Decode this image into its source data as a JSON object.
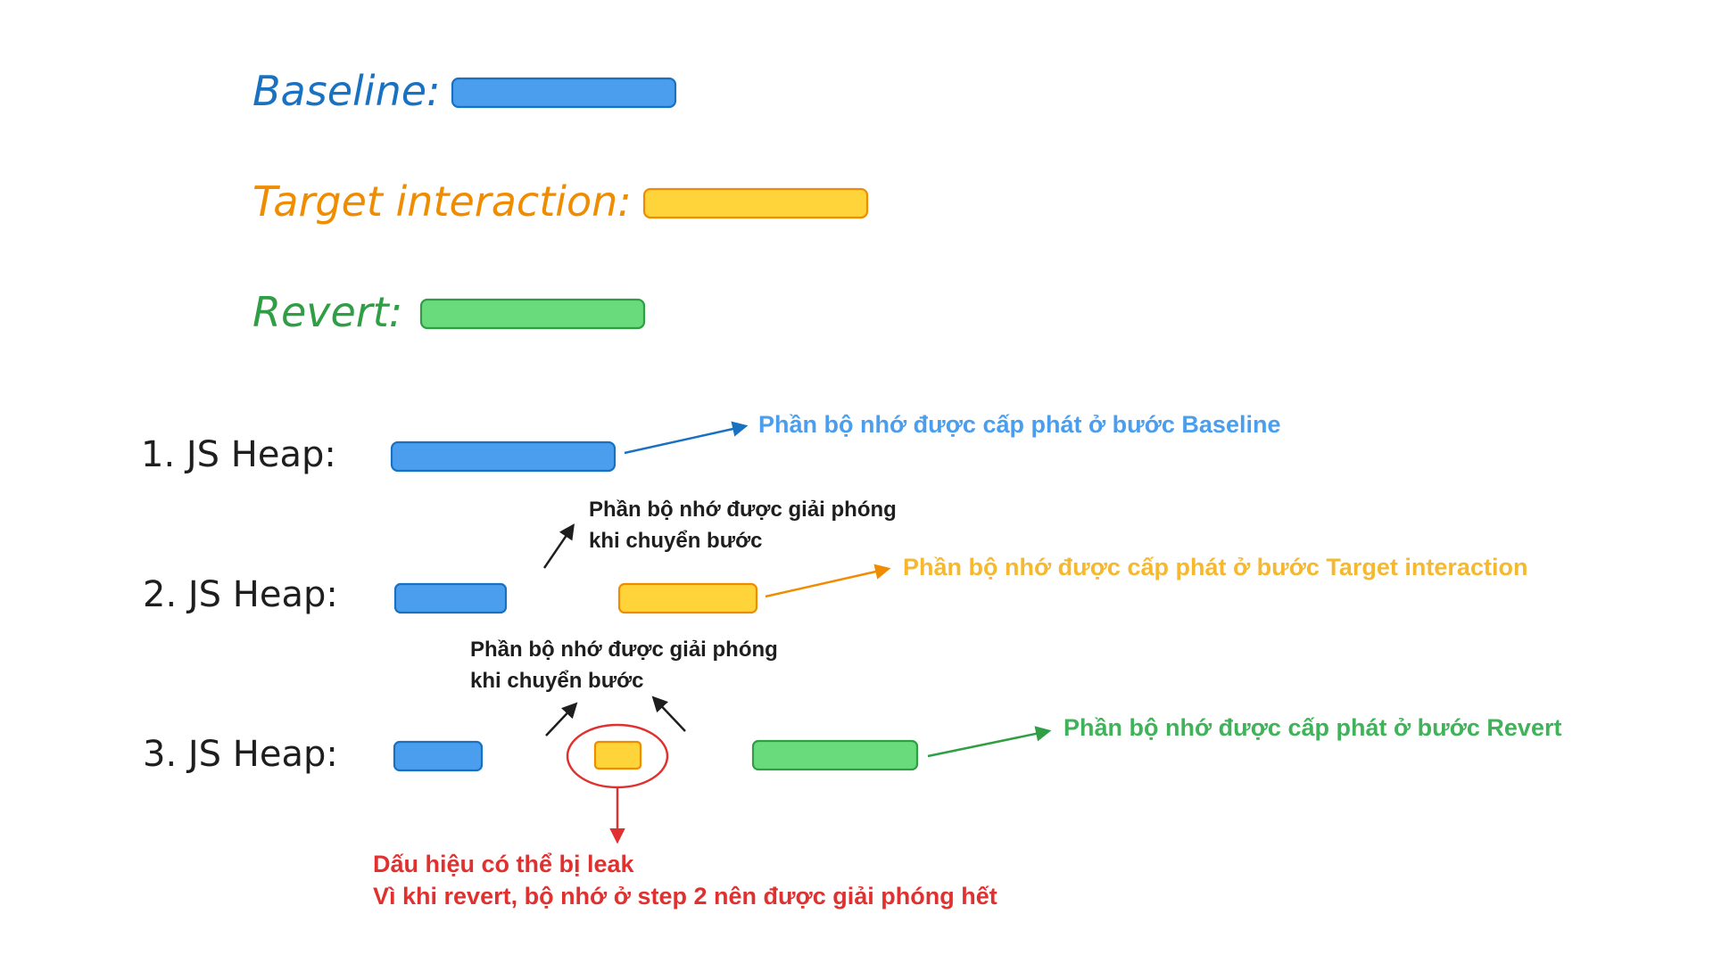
{
  "legend": {
    "baseline": {
      "label": "Baseline:",
      "color": "#1971c2",
      "fill": "#4a9eed",
      "stroke": "#1971c2"
    },
    "target": {
      "label": "Target interaction:",
      "color": "#f08c00",
      "fill": "#ffd43b",
      "stroke": "#f08c00"
    },
    "revert": {
      "label": "Revert:",
      "color": "#2f9e44",
      "fill": "#69db7c",
      "stroke": "#2f9e44"
    }
  },
  "heaps": [
    {
      "label": "1. JS Heap:"
    },
    {
      "label": "2. JS Heap:"
    },
    {
      "label": "3. JS Heap:"
    }
  ],
  "annotations": {
    "baseline_alloc": {
      "text": "Phần bộ nhớ được cấp phát ở bước Baseline",
      "color": "#4a9eed"
    },
    "target_alloc": {
      "text": "Phần bộ nhớ được cấp phát ở bước Target interaction",
      "color": "#f5b82e"
    },
    "revert_alloc": {
      "text": "Phần bộ nhớ được cấp phát ở bước Revert",
      "color": "#40b35a"
    },
    "freed_step2": {
      "line1": "Phần bộ nhớ được giải phóng",
      "line2": "khi chuyển bước"
    },
    "freed_step3": {
      "line1": "Phần bộ nhớ được giải phóng",
      "line2": "khi chuyển bước"
    },
    "leak": {
      "line1": "Dấu hiệu có thể bị leak",
      "line2": "Vì khi revert, bộ nhớ ở step 2 nên được giải phóng hết",
      "color": "#e03131"
    }
  }
}
